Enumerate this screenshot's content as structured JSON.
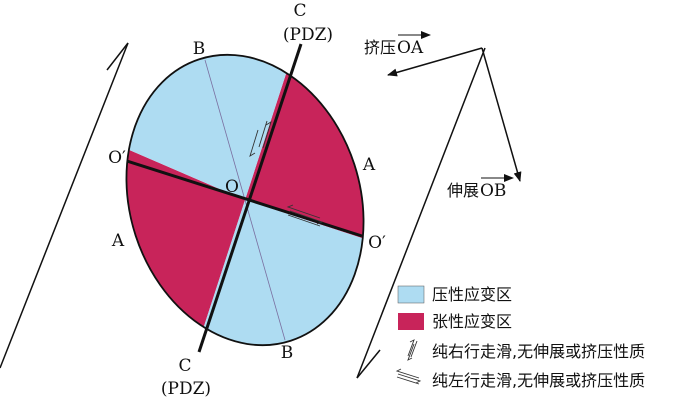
{
  "colors": {
    "compression": "#aedcf2",
    "tension": "#c8245a",
    "line": "#111111",
    "thin_line": "#7a6fa0"
  },
  "labels": {
    "c_top": "C",
    "pdz_top": "(PDZ)",
    "c_bottom": "C",
    "pdz_bottom": "(PDZ)",
    "b_top": "B",
    "b_bottom": "B",
    "a_right": "A",
    "a_left": "A",
    "o_prime_left": "O′",
    "o_prime_right": "O′",
    "o_center": "O"
  },
  "vectors": {
    "oa": {
      "prefix": "挤压",
      "name": "OA"
    },
    "ob": {
      "prefix": "伸展",
      "name": "OB"
    }
  },
  "legend": {
    "items": [
      {
        "label": "压性应变区",
        "swatch": "compression"
      },
      {
        "label": "张性应变区",
        "swatch": "tension"
      },
      {
        "label": "纯右行走滑,无伸展或挤压性质",
        "swatch": "right-lateral-icon"
      },
      {
        "label": "纯左行走滑,无伸展或挤压性质",
        "swatch": "left-lateral-icon"
      }
    ]
  }
}
